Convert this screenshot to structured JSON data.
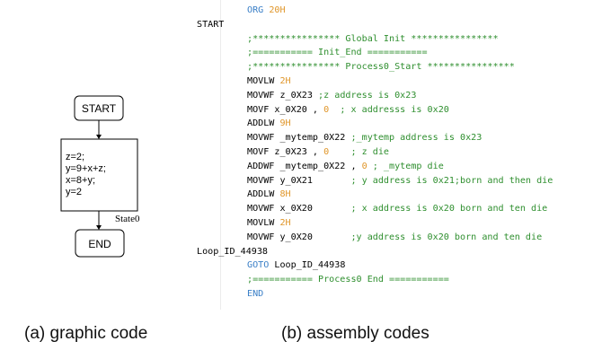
{
  "flowchart": {
    "start_label": "START",
    "process_lines": [
      "z=2;",
      "y=9+x+z;",
      "x=8+y;",
      "y=2"
    ],
    "state_label": "State0",
    "end_label": "END"
  },
  "assembly": {
    "lines": [
      {
        "indent": true,
        "segments": [
          {
            "t": "ORG ",
            "c": "dir"
          },
          {
            "t": "20H",
            "c": "num"
          }
        ]
      },
      {
        "indent": false,
        "segments": [
          {
            "t": "START",
            "c": "lab"
          }
        ]
      },
      {
        "indent": true,
        "segments": [
          {
            "t": ";**************** Global Init ****************",
            "c": "cmt"
          }
        ]
      },
      {
        "indent": true,
        "segments": [
          {
            "t": ";=========== Init_End ===========",
            "c": "cmt"
          }
        ]
      },
      {
        "indent": true,
        "segments": [
          {
            "t": ";**************** Process0_Start ****************",
            "c": "cmt"
          }
        ]
      },
      {
        "indent": true,
        "segments": [
          {
            "t": "MOVLW ",
            "c": "kw"
          },
          {
            "t": "2H",
            "c": "num"
          }
        ]
      },
      {
        "indent": true,
        "segments": [
          {
            "t": "MOVWF z_0X23 ",
            "c": "kw"
          },
          {
            "t": ";z address is 0x23",
            "c": "cmt"
          }
        ]
      },
      {
        "indent": true,
        "segments": [
          {
            "t": "MOVF x_0X20 , ",
            "c": "kw"
          },
          {
            "t": "0",
            "c": "num"
          },
          {
            "t": "  ",
            "c": "kw"
          },
          {
            "t": "; x addresss is 0x20",
            "c": "cmt"
          }
        ]
      },
      {
        "indent": true,
        "segments": [
          {
            "t": "ADDLW ",
            "c": "kw"
          },
          {
            "t": "9H",
            "c": "num"
          }
        ]
      },
      {
        "indent": true,
        "segments": [
          {
            "t": "MOVWF _mytemp_0X22 ",
            "c": "kw"
          },
          {
            "t": ";_mytemp address is 0x23",
            "c": "cmt"
          }
        ]
      },
      {
        "indent": true,
        "segments": [
          {
            "t": "MOVF z_0X23 , ",
            "c": "kw"
          },
          {
            "t": "0",
            "c": "num"
          },
          {
            "t": "    ",
            "c": "kw"
          },
          {
            "t": "; z die",
            "c": "cmt"
          }
        ]
      },
      {
        "indent": true,
        "segments": [
          {
            "t": "ADDWF _mytemp_0X22 , ",
            "c": "kw"
          },
          {
            "t": "0",
            "c": "num"
          },
          {
            "t": " ",
            "c": "kw"
          },
          {
            "t": "; _mytemp die",
            "c": "cmt"
          }
        ]
      },
      {
        "indent": true,
        "segments": [
          {
            "t": "MOVWF y_0X21       ",
            "c": "kw"
          },
          {
            "t": "; y address is 0x21;born and then die",
            "c": "cmt"
          }
        ]
      },
      {
        "indent": true,
        "segments": [
          {
            "t": "ADDLW ",
            "c": "kw"
          },
          {
            "t": "8H",
            "c": "num"
          }
        ]
      },
      {
        "indent": true,
        "segments": [
          {
            "t": "MOVWF x_0X20       ",
            "c": "kw"
          },
          {
            "t": "; x address is 0x20 born and ten die",
            "c": "cmt"
          }
        ]
      },
      {
        "indent": true,
        "segments": [
          {
            "t": "MOVLW ",
            "c": "kw"
          },
          {
            "t": "2H",
            "c": "num"
          }
        ]
      },
      {
        "indent": true,
        "segments": [
          {
            "t": "MOVWF y_0X20       ",
            "c": "kw"
          },
          {
            "t": ";y address is 0x20 born and ten die",
            "c": "cmt"
          }
        ]
      },
      {
        "indent": false,
        "segments": [
          {
            "t": "Loop_ID_44938",
            "c": "lab"
          }
        ]
      },
      {
        "indent": true,
        "segments": [
          {
            "t": "GOTO ",
            "c": "dir"
          },
          {
            "t": "Loop_ID_44938",
            "c": "kw"
          }
        ]
      },
      {
        "indent": true,
        "segments": [
          {
            "t": ";=========== Process0 End ===========",
            "c": "cmt"
          }
        ]
      },
      {
        "indent": true,
        "segments": [
          {
            "t": "END",
            "c": "dir"
          }
        ]
      }
    ]
  },
  "captions": {
    "left": "(a) graphic code",
    "right": "(b) assembly codes"
  },
  "colors": {
    "directive": "#3a7fc7",
    "number": "#e0962a",
    "comment": "#2f8f2f",
    "text": "#000000"
  }
}
